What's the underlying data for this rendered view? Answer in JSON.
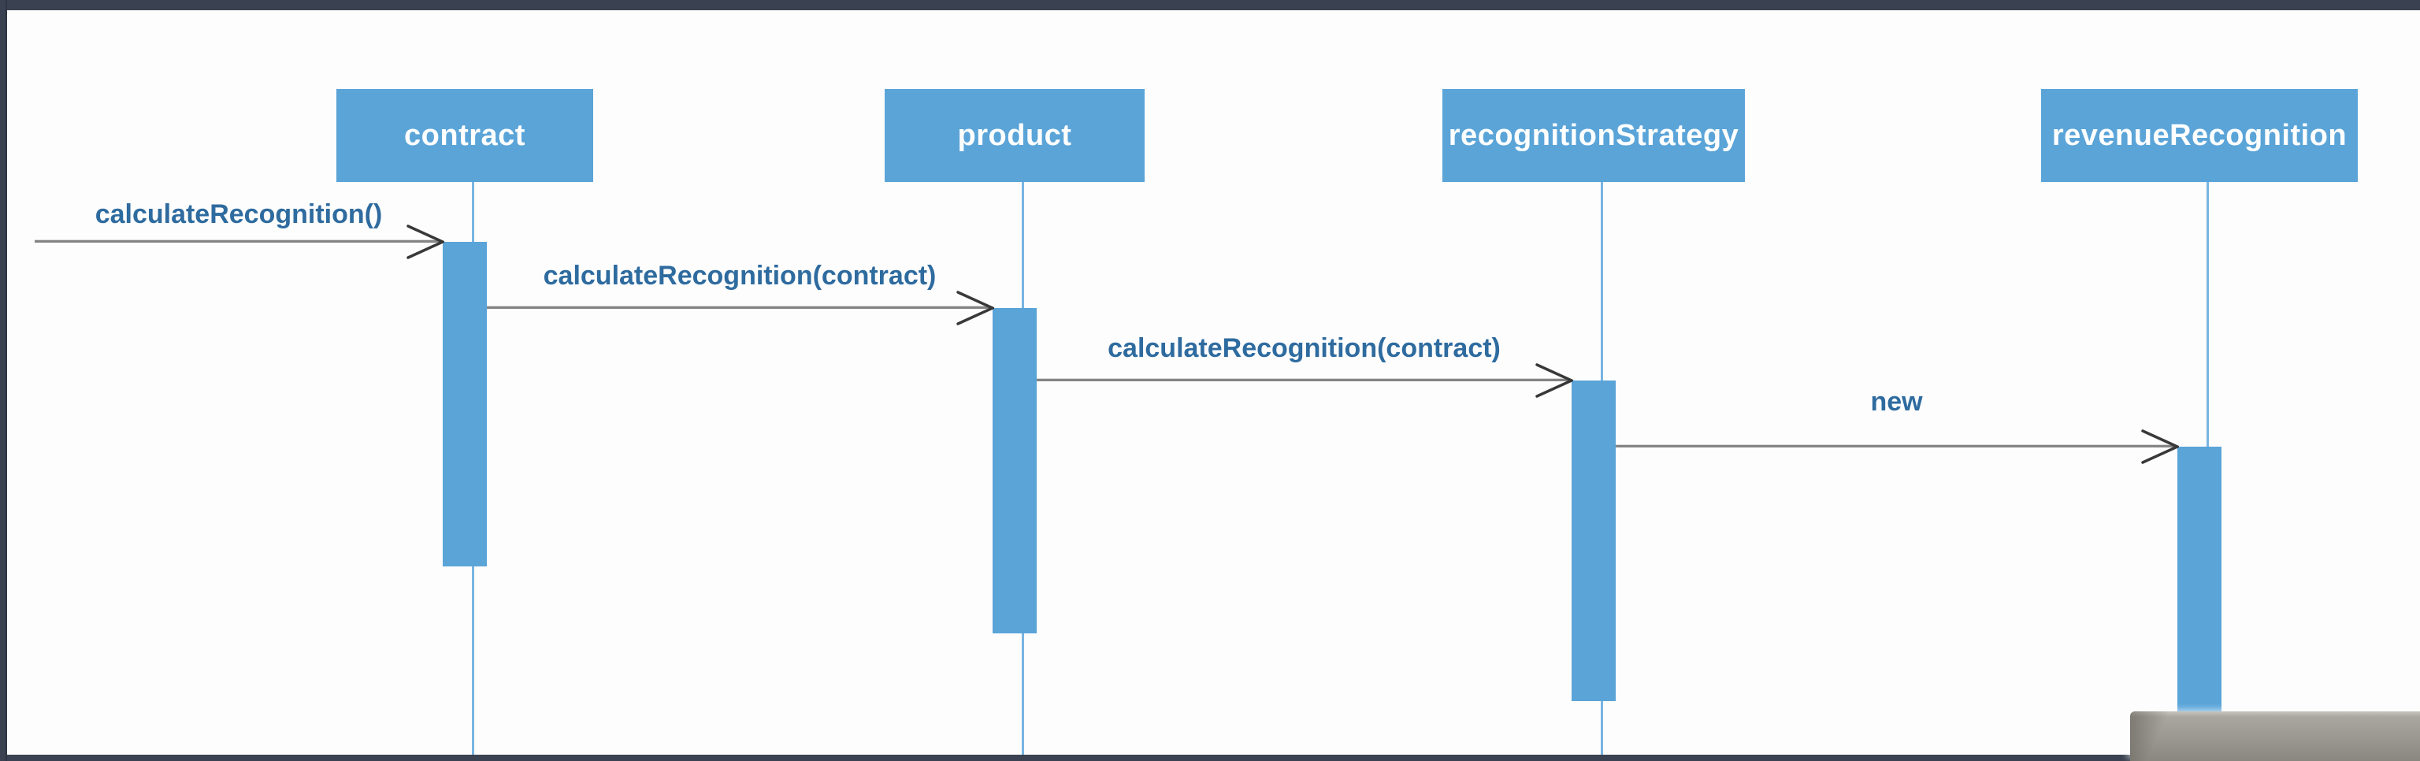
{
  "window": {
    "kind": "presentation-slide-with-window-chrome"
  },
  "diagram": {
    "type": "uml-sequence-diagram",
    "actors": [
      {
        "id": "contract",
        "label": "contract"
      },
      {
        "id": "product",
        "label": "product"
      },
      {
        "id": "recognitionStrategy",
        "label": "recognitionStrategy"
      },
      {
        "id": "revenueRecognition",
        "label": "revenueRecognition"
      }
    ],
    "messages": [
      {
        "label": "calculateRecognition()",
        "from": "caller",
        "to": "contract"
      },
      {
        "label": "calculateRecognition(contract)",
        "from": "contract",
        "to": "product"
      },
      {
        "label": "calculateRecognition(contract)",
        "from": "product",
        "to": "recognitionStrategy"
      },
      {
        "label": "new",
        "from": "recognitionStrategy",
        "to": "revenueRecognition"
      }
    ]
  },
  "colors": {
    "chrome": "#3a4150",
    "canvas": "#fdfdfd",
    "actor_fill": "#5aa4d8",
    "actor_text": "#ffffff",
    "lifeline": "#79b5e2",
    "activation": "#5aa4d8",
    "message_text": "#2e6b9f",
    "arrow_line": "#848484",
    "arrow_head": "#383838",
    "overlay_light": "#aaa79f",
    "overlay_dark": "#8a8780",
    "overlay_rim": "#c8c5bf"
  }
}
